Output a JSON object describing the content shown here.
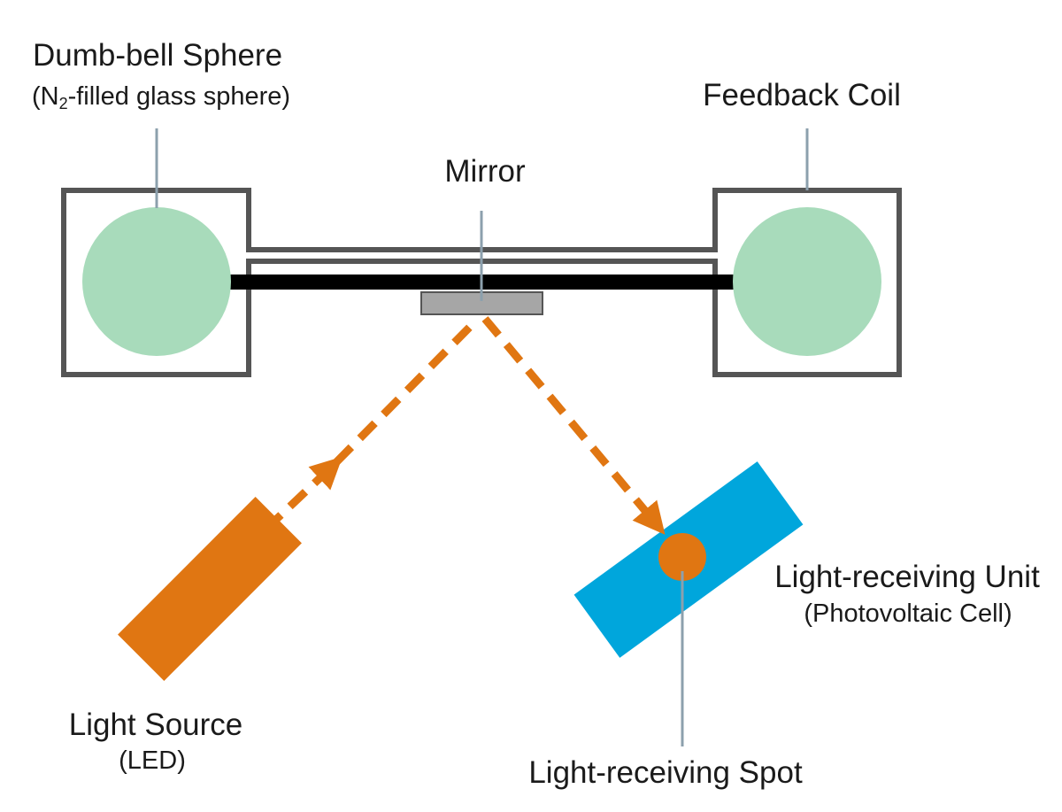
{
  "labels": {
    "dumbbell_title": "Dumb-bell Sphere",
    "dumbbell_sub_prefix": "(N",
    "dumbbell_sub_subscript": "2",
    "dumbbell_sub_suffix": "-filled glass sphere)",
    "feedback_coil": "Feedback Coil",
    "mirror": "Mirror",
    "receiver_title": "Light-receiving Unit",
    "receiver_sub": "(Photovoltaic Cell)",
    "source_title": "Light Source",
    "source_sub": "(LED)",
    "spot": "Light-receiving Spot"
  },
  "colors": {
    "sphere": "#a8dbbb",
    "frame": "#555555",
    "bar": "#000000",
    "mirror_fill": "#a6a6a6",
    "beam": "#e07612",
    "led": "#e07612",
    "cell": "#00a6dc",
    "spot": "#e07612",
    "leader": "#8ca0ad"
  }
}
